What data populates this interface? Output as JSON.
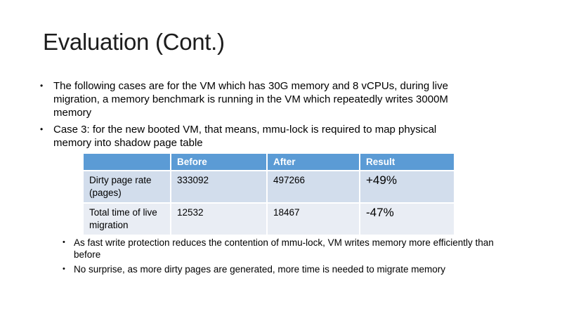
{
  "slide": {
    "title": "Evaluation (Cont.)",
    "bullet_char": "•",
    "bullets": [
      {
        "text": "The following cases are for the VM which has 30G memory and 8 vCPUs, during live migration, a memory benchmark is running in the VM which repeatedly writes 3000M memory"
      },
      {
        "text": "Case 3: for the new booted VM, that means, mmu-lock is required to map physical memory into shadow page table"
      }
    ],
    "table": {
      "headers": {
        "col0": "",
        "col1": "Before",
        "col2": "After",
        "col3": "Result"
      },
      "rows": [
        {
          "label": "Dirty page rate (pages)",
          "before": "333092",
          "after": "497266",
          "result": "+49%"
        },
        {
          "label": "Total time of live migration",
          "before": "12532",
          "after": "18467",
          "result": "-47%"
        }
      ]
    },
    "sub_bullets": [
      {
        "text": "As fast write protection reduces the contention of mmu-lock, VM writes memory more efficiently than before"
      },
      {
        "text": "No surprise, as more dirty pages are generated, more time is needed to migrate memory"
      }
    ],
    "colors": {
      "table_header_bg": "#5B9BD5",
      "table_band_dark": "#D2DDEC",
      "table_band_light": "#E9EDF4",
      "table_header_text": "#FFFFFF",
      "title_text": "#1C1C1C",
      "body_text": "#000000"
    }
  }
}
